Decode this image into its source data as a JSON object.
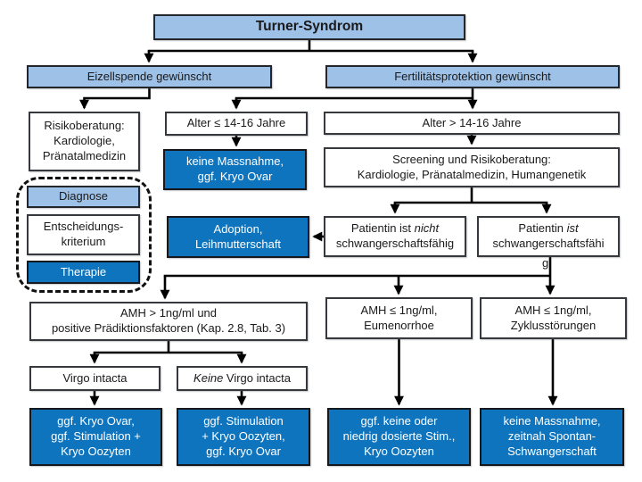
{
  "palette": {
    "light_blue_fill": "#9EC1E7",
    "dark_blue_fill": "#0F74BE",
    "white_fill": "#FFFFFF",
    "border_color": "#23262B",
    "line_color": "#000000",
    "text_dark": "#1A1A1A",
    "text_light": "#FFFFFF"
  },
  "nodes": {
    "turner": {
      "label": "Turner-Syndrom"
    },
    "eizellspende": {
      "label": "Eizellspende gewünscht"
    },
    "fertilitaetsprotektion": {
      "label": "Fertilitätsprotektion gewünscht"
    },
    "risikoberatung": {
      "lines": [
        "Risikoberatung:",
        "Kardiologie,",
        "Pränatalmedizin"
      ]
    },
    "alter_le": {
      "label": "Alter ≤ 14-16 Jahre"
    },
    "keine_massnahme": {
      "lines": [
        "keine Massnahme,",
        "ggf. Kryo Ovar"
      ]
    },
    "alter_gt": {
      "label": "Alter > 14-16 Jahre"
    },
    "screening": {
      "lines": [
        "Screening und Risikoberatung:",
        "Kardiologie, Pränatalmedizin, Humangenetik"
      ]
    },
    "adoption": {
      "lines": [
        "Adoption,",
        "Leihmutterschaft"
      ]
    },
    "patientin_nicht": {
      "l1pre": "Patientin ist ",
      "l1em": "nicht",
      "l2": "schwangerschaftsfähig"
    },
    "patientin_ist": {
      "l1pre": "Patientin ",
      "l1em": "ist",
      "l2": "schwangerschaftsfähi",
      "overflow_char": "g"
    },
    "amh_hoch": {
      "lines": [
        "AMH > 1ng/ml und",
        "positive Prädiktionsfaktoren (Kap. 2.8, Tab. 3)"
      ]
    },
    "amh_eumenorrhoe": {
      "lines": [
        "AMH ≤ 1ng/ml,",
        "Eumenorrhoe"
      ]
    },
    "amh_zyklus": {
      "lines": [
        "AMH ≤ 1ng/ml,",
        "Zyklusstörungen"
      ]
    },
    "virgo": {
      "label": "Virgo intacta"
    },
    "keine_virgo": {
      "em": "Keine",
      "rest": " Virgo intacta"
    },
    "out_kryo_ovar": {
      "lines": [
        "ggf. Kryo Ovar,",
        "ggf. Stimulation +",
        "Kryo Oozyten"
      ]
    },
    "out_stimulation": {
      "lines": [
        "ggf. Stimulation",
        "+ Kryo Oozyten,",
        "ggf. Kryo Ovar"
      ]
    },
    "out_niedrig_stim": {
      "lines": [
        "ggf. keine oder",
        "niedrig dosierte Stim.,",
        "Kryo Oozyten"
      ]
    },
    "out_spontan": {
      "lines": [
        "keine Massnahme,",
        "zeitnah Spontan-",
        "Schwangerschaft"
      ]
    }
  },
  "legend": {
    "diagnose": "Diagnose",
    "entscheidung_lines": [
      "Entscheidungs-",
      "kriterium"
    ],
    "therapie": "Therapie"
  }
}
